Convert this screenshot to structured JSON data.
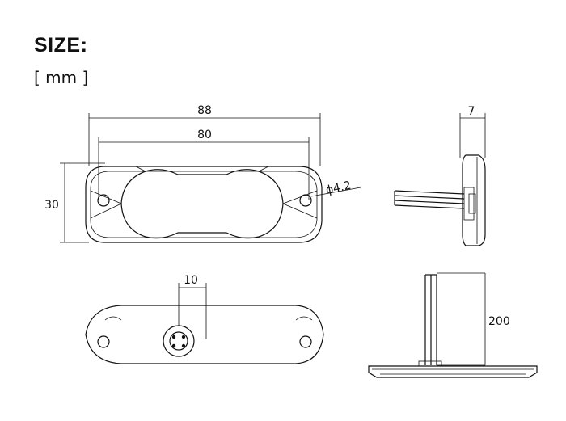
{
  "header": {
    "title": "SIZE:",
    "unit": "[ mm ]"
  },
  "dimensions": {
    "overall_length": "88",
    "hole_spacing": "80",
    "height": "30",
    "hole_diameter": "ϕ4.2",
    "depth": "7",
    "connector_offset": "10",
    "cable_length": "200"
  }
}
